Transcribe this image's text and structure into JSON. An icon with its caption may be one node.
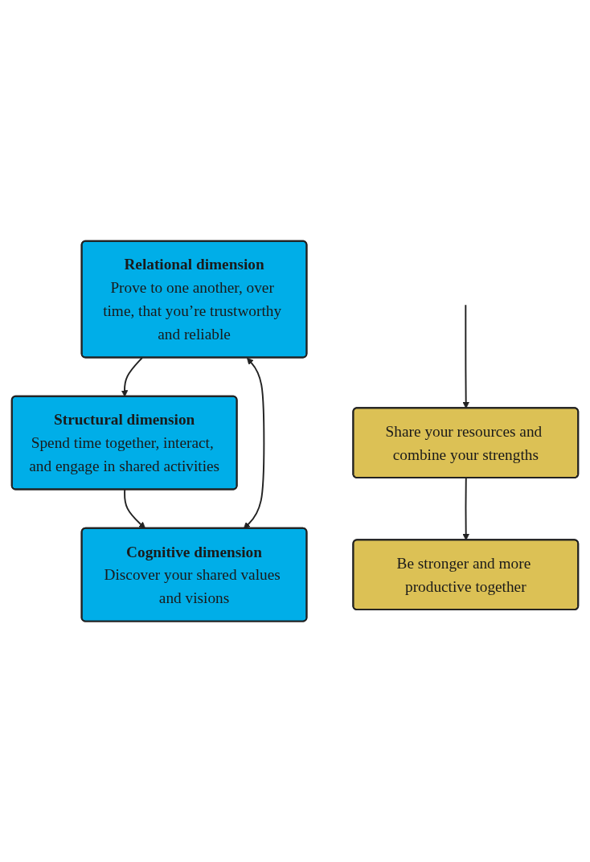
{
  "diagram": {
    "nodes": [
      {
        "text": [
          "Structural dimension",
          "Spend time together, interact, and engage in shared activities"
        ]
      },
      {
        "text": [
          "Relational dimension",
          "Prove to one another, over time, that you’re trustworthy and reliable"
        ]
      },
      {
        "text": [
          "Cognitive dimension",
          "Discover your shared values and visions"
        ]
      },
      {
        "text": [
          "Share your resources and combine your strengths"
        ]
      },
      {
        "text": [
          "Be stronger and more productive together"
        ]
      }
    ],
    "edges": [
      {
        "from": 1,
        "to": 0,
        "arrow": "to"
      },
      {
        "from": 0,
        "to": 2,
        "arrow": "to"
      },
      {
        "from": 1,
        "to": 2,
        "arrow": "both"
      },
      {
        "from": null,
        "to": 3,
        "arrow": "to"
      },
      {
        "from": 3,
        "to": 4,
        "arrow": "to"
      }
    ]
  }
}
